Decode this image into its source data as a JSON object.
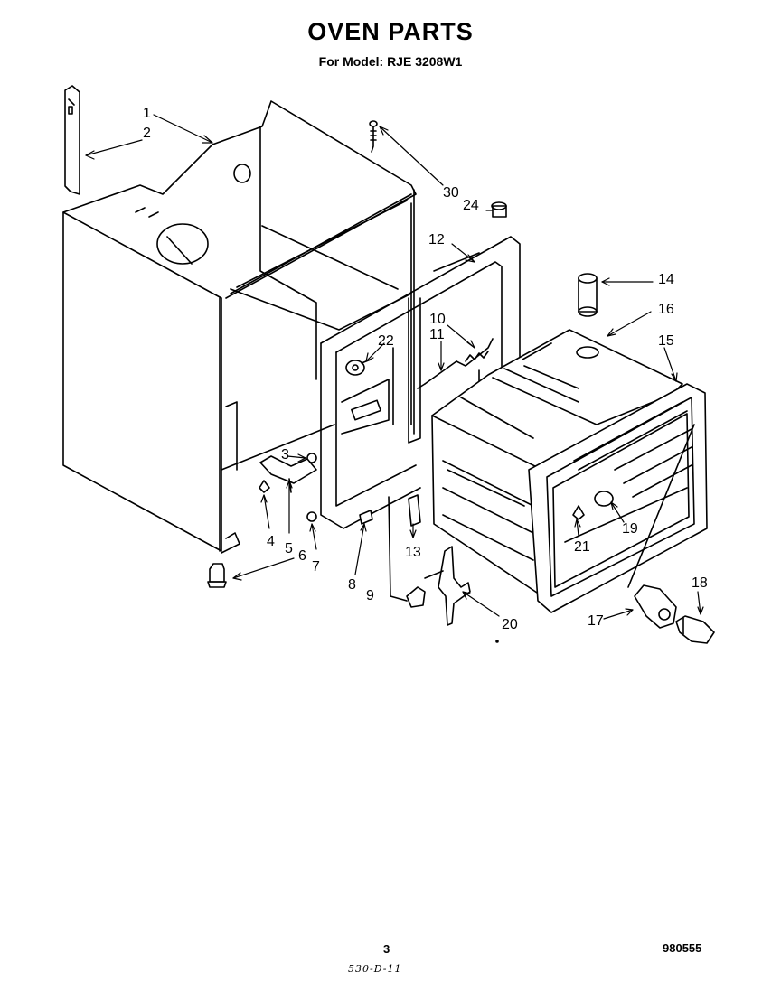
{
  "header": {
    "title": "OVEN PARTS",
    "subtitle": "For Model: RJE 3208W1"
  },
  "callouts": {
    "p1": "1",
    "p2": "2",
    "p3": "3",
    "p4": "4",
    "p5": "5",
    "p6": "6",
    "p7": "7",
    "p8": "8",
    "p9": "9",
    "p10": "10",
    "p11": "11",
    "p12": "12",
    "p13": "13",
    "p14": "14",
    "p15": "15",
    "p16": "16",
    "p17": "17",
    "p18": "18",
    "p19": "19",
    "p20": "20",
    "p21": "21",
    "p22": "22",
    "p24": "24",
    "p30": "30"
  },
  "footer": {
    "page_number": "3",
    "doc_code": "980555",
    "handwritten": "530-D-11"
  }
}
